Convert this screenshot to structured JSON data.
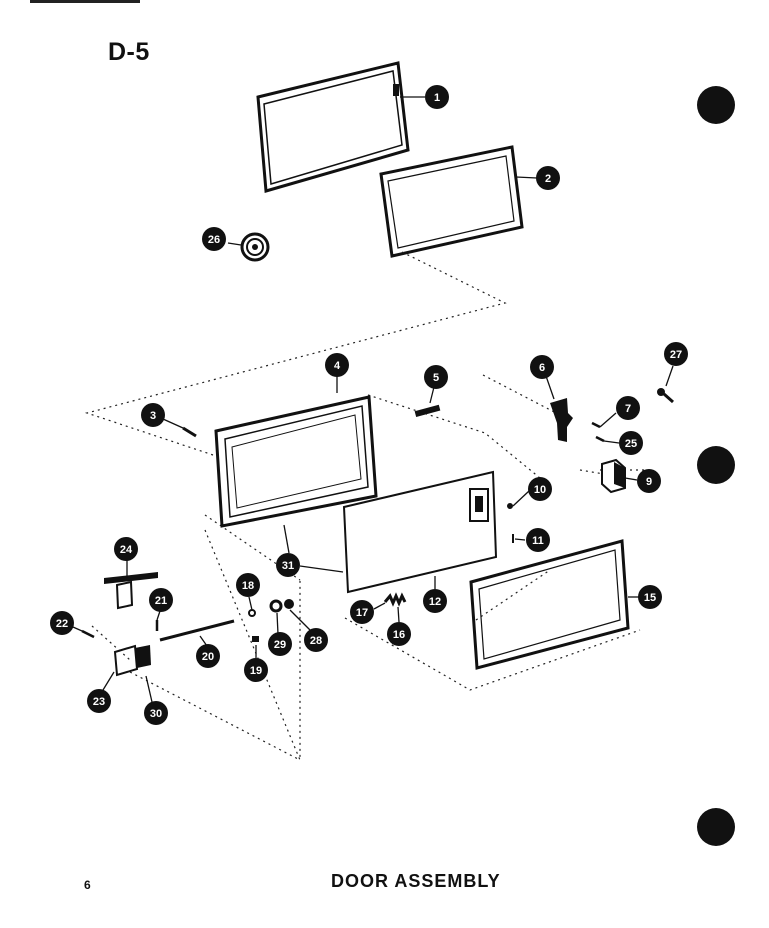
{
  "page_code": "D-5",
  "title": "DOOR ASSEMBLY",
  "page_number": "6",
  "callouts": [
    "1",
    "2",
    "3",
    "4",
    "5",
    "6",
    "7",
    "9",
    "10",
    "11",
    "12",
    "15",
    "16",
    "17",
    "18",
    "19",
    "20",
    "21",
    "22",
    "23",
    "24",
    "25",
    "26",
    "27",
    "28",
    "29",
    "30",
    "31"
  ],
  "colors": {
    "ink": "#111111",
    "paper": "#ffffff"
  }
}
